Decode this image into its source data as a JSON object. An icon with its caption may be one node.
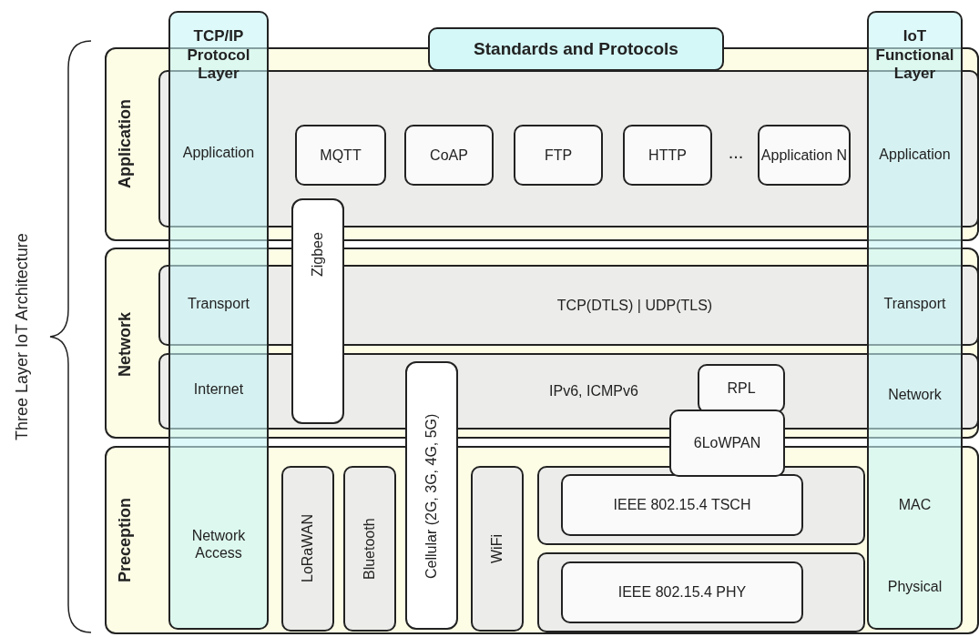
{
  "diagram": {
    "nodes": [
      {
        "text": [
          "TCP/IP Protocol Layer",
          "Application",
          "Transport",
          "Internet",
          "Network Access"
        ]
      },
      {
        "text": [
          "Standards and Protocols"
        ]
      },
      {
        "text": [
          "IoT Functional Layer",
          "Application",
          "Transport",
          "Network",
          "MAC",
          "Physical"
        ]
      },
      {
        "text": [
          "Application"
        ]
      },
      {
        "text": [],
        "shape": "box",
        "in": 3
      },
      {
        "text": [
          "MQTT"
        ],
        "in": 4
      },
      {
        "text": [
          "CoAP"
        ],
        "in": 4
      },
      {
        "text": [
          "FTP"
        ],
        "in": 4
      },
      {
        "text": [
          "HTTP"
        ],
        "in": 4
      },
      {
        "text": [
          "Application N"
        ],
        "in": 4
      },
      {
        "text": [
          "Zigbee"
        ]
      },
      {
        "text": [
          "Network"
        ]
      },
      {
        "text": [
          "TCP(DTLS) | UDP(TLS)"
        ],
        "in": 11
      },
      {
        "text": [
          "IPv6, ICMPv6"
        ],
        "in": 11
      },
      {
        "text": [
          "Cellular (2G, 3G, 4G, 5G)"
        ]
      },
      {
        "text": [
          "RPL"
        ],
        "in": 13
      },
      {
        "text": [
          "6LoWPAN"
        ]
      },
      {
        "text": [
          "Preception"
        ]
      },
      {
        "text": [
          "LoRaWAN"
        ],
        "in": 17
      },
      {
        "text": [
          "Bluetooth"
        ],
        "in": 17
      },
      {
        "text": [
          "WiFi"
        ],
        "in": 17
      },
      {
        "text": [],
        "shape": "box",
        "in": 17
      },
      {
        "text": [
          "IEEE 802.15.4 TSCH"
        ],
        "in": 21
      },
      {
        "text": [],
        "shape": "box",
        "in": 17
      },
      {
        "text": [
          "IEEE 802.15.4 PHY"
        ],
        "in": 23
      }
    ],
    "edges": [],
    "labels": [
      "Three Layer IoT Architecture",
      "..."
    ]
  }
}
